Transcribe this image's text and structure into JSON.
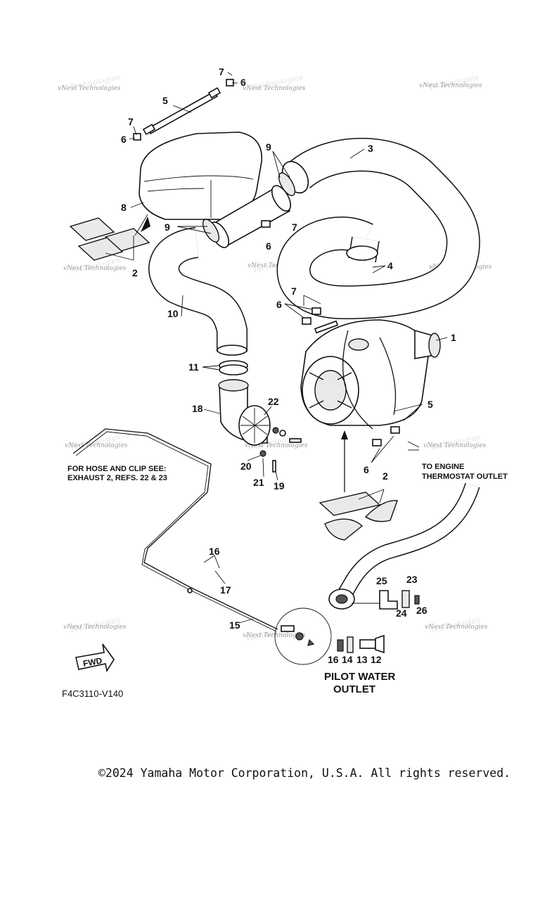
{
  "diagram": {
    "drawing_code": "F4C3110-V140",
    "fwd_label": "FWD",
    "notes": {
      "hose_clip_line1": "FOR HOSE AND CLIP SEE:",
      "hose_clip_line2": "EXHAUST 2, REFS. 22 & 23",
      "to_engine_line1": "TO ENGINE",
      "to_engine_line2": "THERMOSTAT OUTLET",
      "pilot_line1": "PILOT WATER",
      "pilot_line2": "OUTLET"
    },
    "callouts": {
      "c1": "1",
      "c2a": "2",
      "c2b": "2",
      "c3": "3",
      "c4": "4",
      "c5a": "5",
      "c5b": "5",
      "c6a": "6",
      "c6b": "6",
      "c6c": "6",
      "c6d": "6",
      "c6e": "6",
      "c7a": "7",
      "c7b": "7",
      "c7c": "7",
      "c7d": "7",
      "c8": "8",
      "c9a": "9",
      "c9b": "9",
      "c10": "10",
      "c11": "11",
      "c12": "12",
      "c13": "13",
      "c14": "14",
      "c15": "15",
      "c16a": "16",
      "c16b": "16",
      "c17": "17",
      "c18": "18",
      "c19": "19",
      "c20": "20",
      "c21": "21",
      "c22": "22",
      "c23": "23",
      "c24": "24",
      "c25": "25",
      "c26": "26"
    },
    "watermark_text": "vNext Technologies",
    "watermark_shadow": "Technologies"
  },
  "footer": {
    "copyright": "©2024 Yamaha Motor Corporation, U.S.A. All rights reserved."
  }
}
